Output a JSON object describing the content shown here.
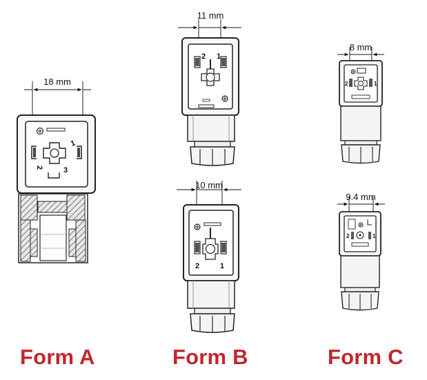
{
  "colors": {
    "label": "#c0272d",
    "line": "#222222",
    "fill": "#f7f7f7",
    "hatch": "#555555"
  },
  "forms": [
    {
      "label": "Form A",
      "dimension": "18 mm",
      "pins": [
        "1",
        "2",
        "3"
      ],
      "icons": [
        "ground-icon"
      ]
    },
    {
      "label": "Form B",
      "dimensions": [
        "11 mm",
        "10 mm"
      ],
      "pins": [
        "2",
        "1"
      ],
      "icons": [
        "ground-icon"
      ]
    },
    {
      "label": "Form C",
      "dimensions": [
        "8 mm",
        "9.4 mm"
      ],
      "pins": [
        "2",
        "1"
      ],
      "icons": [
        "ground-icon"
      ]
    }
  ]
}
